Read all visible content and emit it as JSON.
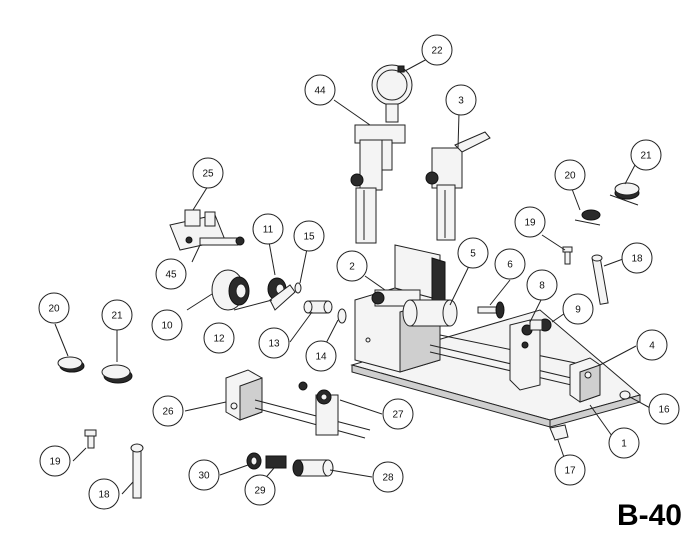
{
  "figure_label": "B-40",
  "callouts": [
    {
      "id": "c22",
      "label": "22"
    },
    {
      "id": "c44",
      "label": "44"
    },
    {
      "id": "c3",
      "label": "3"
    },
    {
      "id": "c21a",
      "label": "21"
    },
    {
      "id": "c20a",
      "label": "20"
    },
    {
      "id": "c25",
      "label": "25"
    },
    {
      "id": "c19a",
      "label": "19"
    },
    {
      "id": "c11",
      "label": "11"
    },
    {
      "id": "c15",
      "label": "15"
    },
    {
      "id": "c2",
      "label": "2"
    },
    {
      "id": "c5",
      "label": "5"
    },
    {
      "id": "c6",
      "label": "6"
    },
    {
      "id": "c18a",
      "label": "18"
    },
    {
      "id": "c45",
      "label": "45"
    },
    {
      "id": "c8",
      "label": "8"
    },
    {
      "id": "c9",
      "label": "9"
    },
    {
      "id": "c20b",
      "label": "20"
    },
    {
      "id": "c21b",
      "label": "21"
    },
    {
      "id": "c10",
      "label": "10"
    },
    {
      "id": "c12",
      "label": "12"
    },
    {
      "id": "c13",
      "label": "13"
    },
    {
      "id": "c14",
      "label": "14"
    },
    {
      "id": "c4",
      "label": "4"
    },
    {
      "id": "c16",
      "label": "16"
    },
    {
      "id": "c26",
      "label": "26"
    },
    {
      "id": "c27",
      "label": "27"
    },
    {
      "id": "c1",
      "label": "1"
    },
    {
      "id": "c17",
      "label": "17"
    },
    {
      "id": "c19b",
      "label": "19"
    },
    {
      "id": "c30",
      "label": "30"
    },
    {
      "id": "c28",
      "label": "28"
    },
    {
      "id": "c29",
      "label": "29"
    },
    {
      "id": "c18b",
      "label": "18"
    }
  ]
}
